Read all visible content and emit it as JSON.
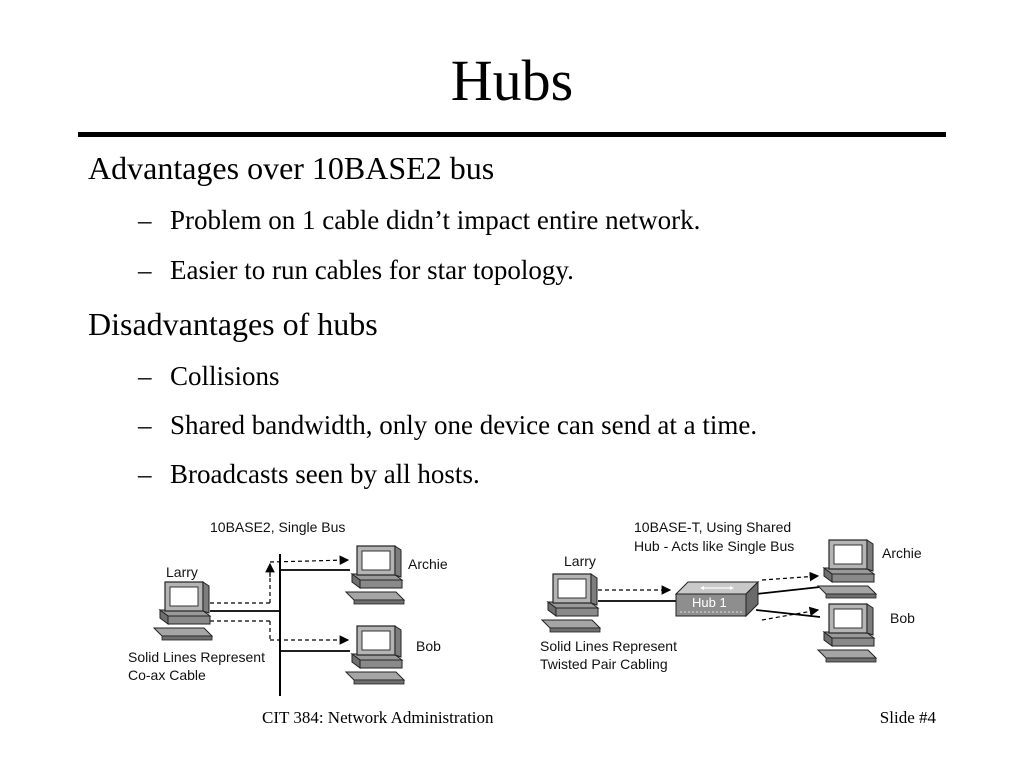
{
  "slide": {
    "title": "Hubs",
    "sections": [
      {
        "heading": "Advantages over 10BASE2 bus",
        "bullets": [
          "Problem on 1 cable didn’t impact entire network.",
          "Easier to run cables for star topology."
        ]
      },
      {
        "heading": "Disadvantages of hubs",
        "bullets": [
          "Collisions",
          "Shared bandwidth, only one device can send at a time.",
          "Broadcasts seen by all hosts."
        ]
      }
    ],
    "bullet_marker": "–"
  },
  "diagram_left": {
    "title": "10BASE2, Single Bus",
    "host_left": "Larry",
    "host_top": "Archie",
    "host_bottom": "Bob",
    "caption_line1": "Solid Lines Represent",
    "caption_line2": "Co-ax Cable"
  },
  "diagram_right": {
    "title_line1": "10BASE-T, Using Shared",
    "title_line2": "Hub - Acts like Single Bus",
    "host_left": "Larry",
    "hub_label": "Hub 1",
    "host_top": "Archie",
    "host_bottom": "Bob",
    "caption_line1": "Solid Lines Represent",
    "caption_line2": "Twisted Pair Cabling"
  },
  "footer": {
    "course": "CIT 384: Network Administration",
    "slide_number": "Slide #4"
  }
}
